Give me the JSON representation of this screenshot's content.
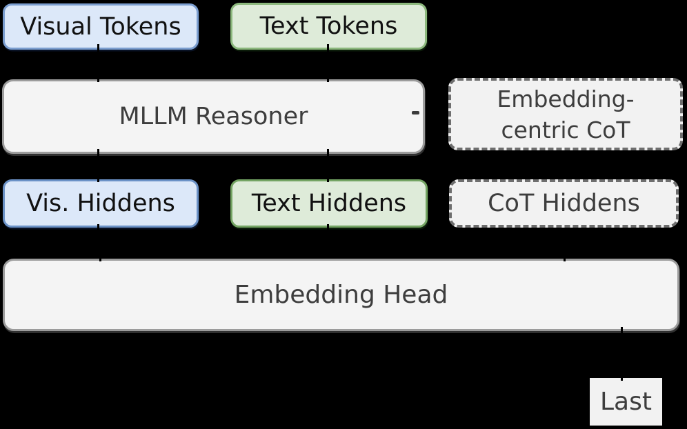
{
  "figure": {
    "background": "#000000",
    "text_color_gray_boxes": "#3d3d3d",
    "text_color_colored_boxes": "#111111",
    "palette": {
      "blue_fill": "#dce8f9",
      "blue_border": "#7b9ed0",
      "green_fill": "#deebd9",
      "green_border": "#8cb87d",
      "gray_fill": "#f4f4f4",
      "gray_border": "#9c9c9c",
      "dashed_fill": "#f2f2f2",
      "dashed_border": "#6e6e6e"
    },
    "nodes": {
      "visual_tokens": {
        "label": "Visual Tokens"
      },
      "text_tokens": {
        "label": "Text Tokens"
      },
      "mllm_reasoner": {
        "label": "MLLM Reasoner"
      },
      "embedding_centric_cot": {
        "line1": "Embedding-",
        "line2": "centric CoT"
      },
      "vis_hiddens": {
        "label": "Vis. Hiddens"
      },
      "text_hiddens": {
        "label": "Text Hiddens"
      },
      "cot_hiddens": {
        "label": "CoT Hiddens"
      },
      "embedding_head": {
        "label": "Embedding Head"
      },
      "last": {
        "label": "Last"
      }
    }
  }
}
